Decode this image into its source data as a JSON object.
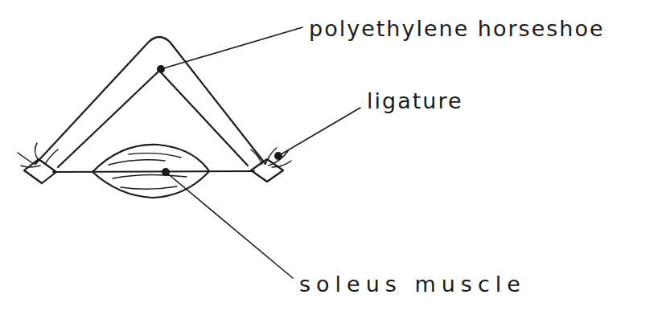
{
  "diagram": {
    "labels": [
      "polyethylene horseshoe",
      "ligature",
      "soleus muscle"
    ]
  }
}
